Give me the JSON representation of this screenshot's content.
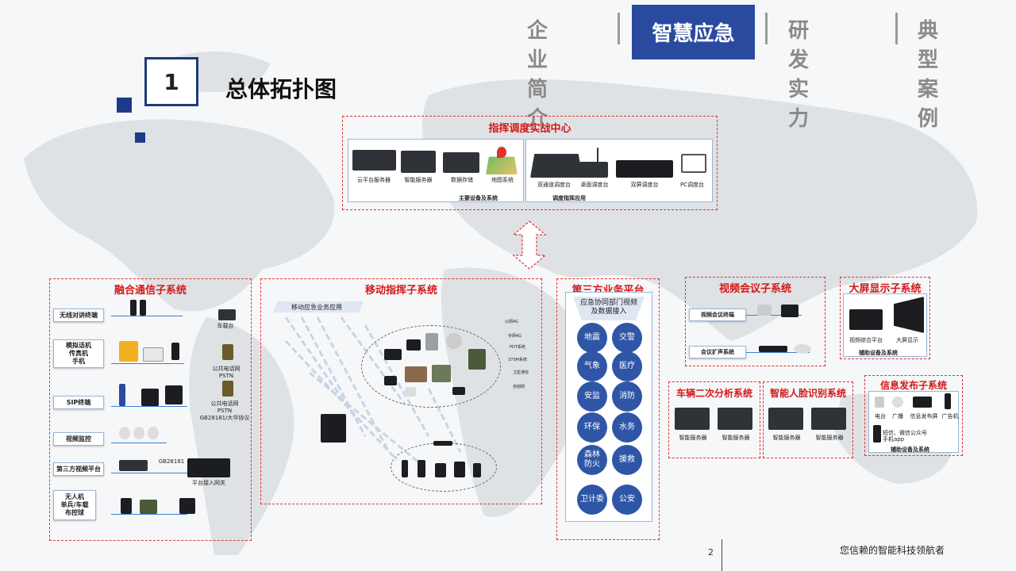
{
  "nav": {
    "items": [
      "企业简介",
      "智慧应急",
      "研发实力",
      "典型案例"
    ]
  },
  "header": {
    "number": "1",
    "title": "总体拓扑图"
  },
  "command_center": {
    "title": "指挥调度实战中心",
    "devices": [
      "云平台服务器",
      "智能服务器",
      "数据存储",
      "地图系统",
      "双通道调度台",
      "桌面调度台",
      "双屏调度台",
      "PC调度台"
    ],
    "group_left": "主要设备及系统",
    "group_right": "调度指挥应用"
  },
  "fusion": {
    "title": "融合通信子系统",
    "rows": [
      "无线对讲终端",
      "模拟话机\n传真机\n手机",
      "SIP终端",
      "视频监控",
      "第三方视频平台",
      "无人机\n单兵/车载\n布控球"
    ],
    "notes": [
      "车载台",
      "公共电话网\nPSTN",
      "公共电话网\nPSTN\nGB28181/大华协议",
      "GB28181",
      "平台接入网关"
    ]
  },
  "mobile": {
    "title": "移动指挥子系统",
    "app_label": "移动应急业务应用",
    "right_labels": [
      "公网4G",
      "专网4G",
      "PDT系统",
      "370M系统",
      "卫星通信",
      "自组网"
    ]
  },
  "third_party": {
    "title": "第三方业务平台",
    "header": "应急协同部门视频\n及数据接入",
    "depts": [
      "地震",
      "交警",
      "气象",
      "医疗",
      "安监",
      "消防",
      "环保",
      "水务",
      "森林\n防火",
      "援救",
      "卫计委",
      "公安"
    ]
  },
  "video_conf": {
    "title": "视频会议子系统",
    "rows": [
      "视频会议终端",
      "会议扩声系统"
    ]
  },
  "big_screen": {
    "title": "大屏显示子系统",
    "devices": [
      "视频综合平台",
      "大屏显示"
    ],
    "group": "辅助设备及系统"
  },
  "vehicle": {
    "title": "车辆二次分析系统",
    "devices": [
      "智能服务器",
      "智能服务器"
    ]
  },
  "face": {
    "title": "智能人脸识别系统",
    "devices": [
      "智能服务器",
      "智能服务器"
    ]
  },
  "info": {
    "title": "信息发布子系统",
    "devices": [
      "电台",
      "广播",
      "信息发布屏",
      "广告机"
    ],
    "sub": "短信、微信公众号\n手机app",
    "group": "辅助设备及系统"
  },
  "footer": {
    "page": "2",
    "slogan": "您信赖的智能科技领航者"
  },
  "colors": {
    "accent_blue": "#2a4aa0",
    "dash_red": "#e0302f",
    "circle_blue": "#2f56a6",
    "title_red": "#d41818"
  }
}
